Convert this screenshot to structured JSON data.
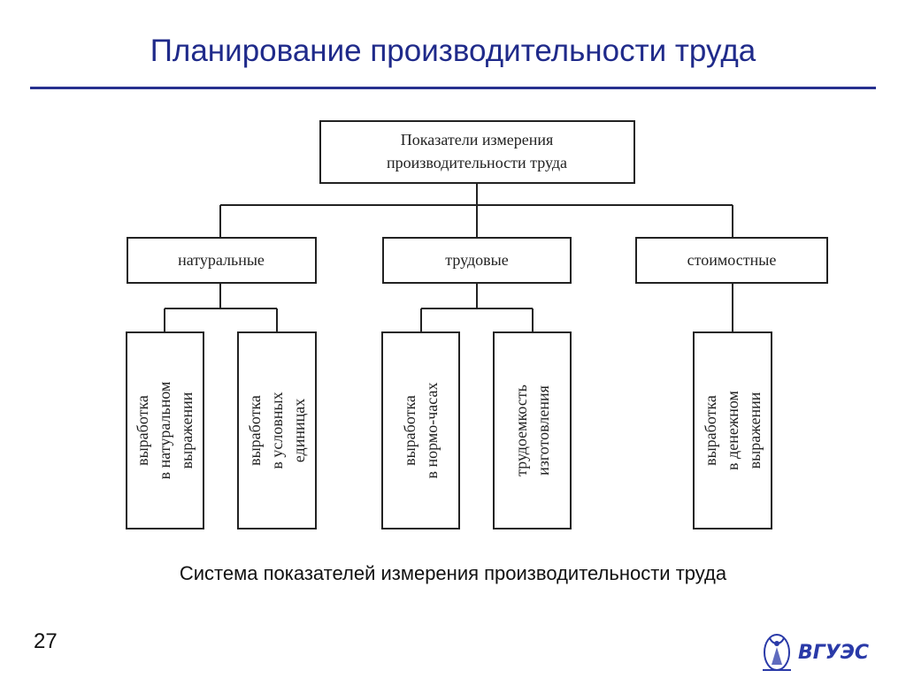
{
  "slide": {
    "title": "Планирование производительности труда",
    "caption": "Система показателей измерения производительности труда",
    "page_number": "27",
    "logo_text": "ВГУЭС",
    "accent_color": "#27308f"
  },
  "diagram": {
    "root": {
      "lines": [
        "Показатели измерения",
        "производительности труда"
      ]
    },
    "categories": [
      {
        "label": "натуральные"
      },
      {
        "label": "трудовые"
      },
      {
        "label": "стоимостные"
      }
    ],
    "leaves": [
      {
        "lines": [
          "выработка",
          "в натуральном",
          "выражении"
        ]
      },
      {
        "lines": [
          "выработка",
          "в условных",
          "единицах"
        ]
      },
      {
        "lines": [
          "выработка",
          "в нормо-часах"
        ]
      },
      {
        "lines": [
          "трудоемкость",
          "изготовления"
        ]
      },
      {
        "lines": [
          "выработка",
          "в денежном",
          "выражении"
        ]
      }
    ]
  }
}
